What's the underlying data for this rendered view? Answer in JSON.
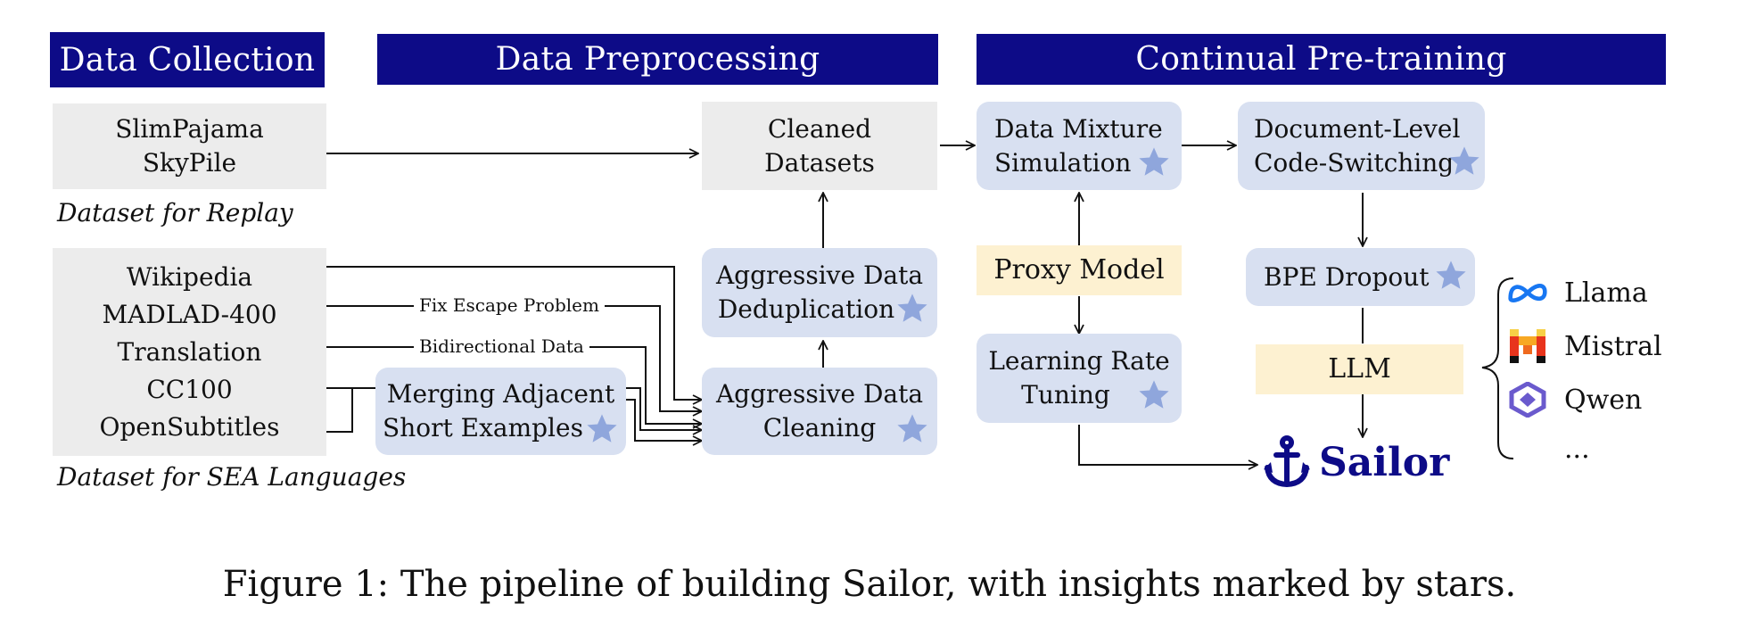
{
  "headers": {
    "collection": "Data Collection",
    "preprocessing": "Data Preprocessing",
    "pretraining": "Continual Pre-training"
  },
  "replay": {
    "lines": [
      "SlimPajama",
      "SkyPile"
    ],
    "caption": "Dataset for Replay"
  },
  "sea": {
    "lines": [
      "Wikipedia",
      "MADLAD-400",
      "Translation",
      "CC100",
      "OpenSubtitles"
    ],
    "caption": "Dataset for SEA Languages"
  },
  "edge_labels": {
    "fix_escape": "Fix Escape Problem",
    "bidirectional": "Bidirectional Data"
  },
  "merging": [
    "Merging Adjacent",
    "Short Examples"
  ],
  "cleaning": [
    "Aggressive Data",
    "Cleaning"
  ],
  "dedup": [
    "Aggressive Data",
    "Deduplication"
  ],
  "cleaned": [
    "Cleaned",
    "Datasets"
  ],
  "mixture": [
    "Data Mixture",
    "Simulation"
  ],
  "proxy": "Proxy Model",
  "lr_tuning": [
    "Learning Rate",
    "Tuning"
  ],
  "code_switch": [
    "Document-Level",
    "Code-Switching"
  ],
  "bpe": "BPE Dropout",
  "llm": "LLM",
  "sailor": "Sailor",
  "models": [
    "Llama",
    "Mistral",
    "Qwen",
    "..."
  ],
  "caption": "Figure 1: The pipeline of building Sailor, with insights marked by stars.",
  "colors": {
    "header": "#0d0b87",
    "blue_box": "#d8e0f1",
    "gray_box": "#ececec",
    "yellow_box": "#fdf1d1",
    "star": "#8fa6dc"
  }
}
